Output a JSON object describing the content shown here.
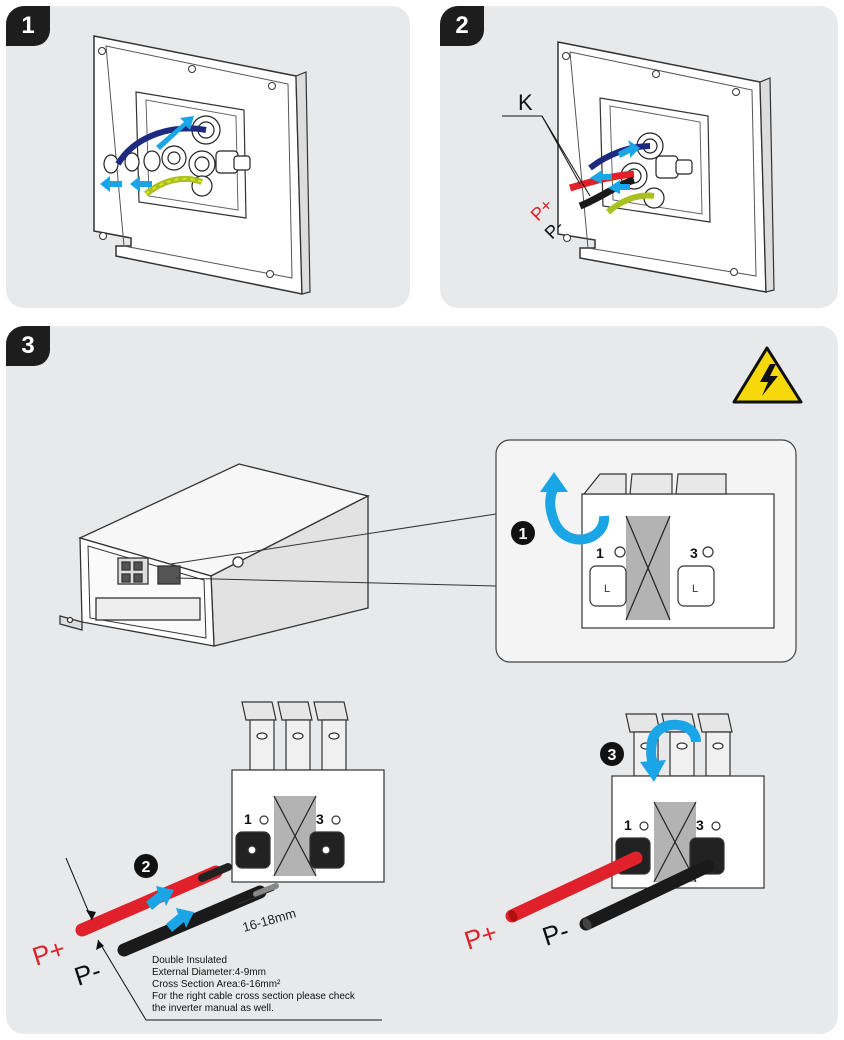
{
  "steps": {
    "step1": {
      "badge": "1"
    },
    "step2": {
      "badge": "2",
      "label_k": "K",
      "label_pplus": "P+",
      "label_pminus": "P-"
    },
    "step3": {
      "badge": "3"
    }
  },
  "sub_markers": {
    "m1": "1",
    "m2": "2",
    "m3": "3"
  },
  "terminal_labels": {
    "t1": "1",
    "t3": "3",
    "slot_mark": "L"
  },
  "cables": {
    "pplus": "P+",
    "pminus": "P-",
    "strip_length": "16-18mm",
    "plus_color": "#e0202a",
    "minus_color": "#1a1a1a",
    "arrow_color": "#1aa5e6"
  },
  "note": {
    "line1": "Double Insulated",
    "line2": "External Diameter:4-9mm",
    "line3": "Cross Section Area:6-16mm²",
    "line4": "For the right cable cross section please check",
    "line5": "the inverter manual as well."
  },
  "warning": {
    "icon": "high-voltage-warning-icon",
    "color": "#f5d90a"
  }
}
